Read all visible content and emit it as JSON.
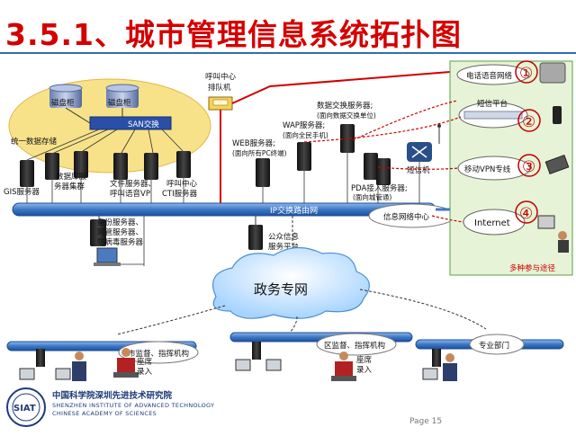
{
  "title": "3.5.1、城市管理信息系统拓扑图",
  "page": "Page 15",
  "logo": {
    "cn": "中国科学院深圳先进技术研究院",
    "en1": "SHENZHEN INSTITUTE OF ADVANCED TECHNOLOGY",
    "en2": "CHINESE ACADEMY OF SCIENCES",
    "badge": "SIAT"
  },
  "nodes": {
    "disk1": "磁盘柜",
    "disk2": "磁盘柜",
    "san": "SAN交换",
    "storage": "统一数据存储",
    "gis": "GIS服务器",
    "db1": "数据库服",
    "db2": "务器集群",
    "file1": "文件服务器、",
    "file2": "呼叫语音VP",
    "cti1": "呼叫中心",
    "cti2": "CTI服务器",
    "queue1": "呼叫中心",
    "queue2": "排队机",
    "web1": "WEB服务器;",
    "web2": "(面向所有PC终端)",
    "wap1": "WAP服务器;",
    "wap2": "(面向全民手机)",
    "dx1": "数据交换服务器;",
    "dx2": "(面向数据交换单位)",
    "pda1": "PDA接入服务器;",
    "pda2": "(面向城管通)",
    "sms": "短信机",
    "ip_bus": "IP交换路由网",
    "info_center": "信息网络中心",
    "backup1": "备份服务器、",
    "backup2": "网管服务器、",
    "backup3": "防病毒服务器",
    "public1": "公众信息",
    "public2": "服务平台",
    "gov_net": "政务专网",
    "city_cmd": "市监督、指挥机构",
    "district_cmd": "区监督、指挥机构",
    "seat1a": "座席",
    "seat1b": "录入",
    "seat2a": "座席",
    "seat2b": "录入",
    "dept": "专业部门",
    "ch1": "电话语音网络",
    "ch2": "短信平台",
    "ch3": "移动VPN专线",
    "ch4": "Internet",
    "n1": "①",
    "n2": "②",
    "n3": "③",
    "n4": "④",
    "participate": "多种参与途径"
  },
  "colors": {
    "title": "#d40000",
    "bus": "#3c78c8",
    "line": "#d00000",
    "green_panel": "#e6f3d6",
    "yellow_area": "#f7e28a"
  }
}
